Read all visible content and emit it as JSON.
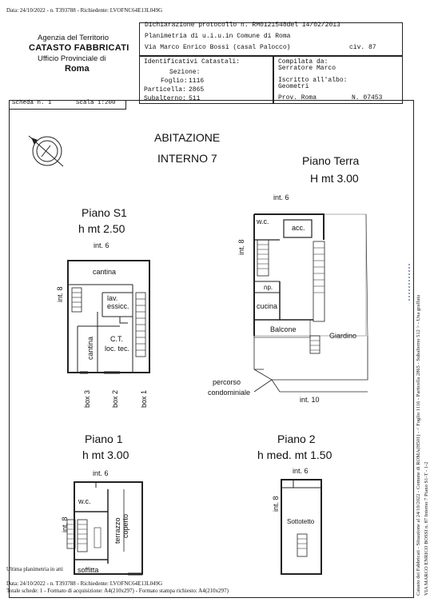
{
  "top_stamp": "Data: 24/10/2022 - n. T393788 - Richiedente: LVOFNC64E13L049G",
  "agency": {
    "line1": "Agenzia del Territorio",
    "line2": "CATASTO FABBRICATI",
    "line3": "Ufficio Provinciale di",
    "line4": "Roma"
  },
  "header": {
    "protocol": "Dichiarazione protocollo n. RM0121548del   14/02/2013",
    "planimetria": "Planimetria di u.i.u.in Comune di Roma",
    "address": "Via Marco Enrico Bossi (casal Palocco)",
    "civ": "civ. 87",
    "ident_title": "Identificativi Catastali:",
    "sezione": "Sezione:",
    "foglio_label": "Foglio:",
    "foglio": "1116",
    "particella_label": "Particella:",
    "particella": "2865",
    "subalterno_label": "Subalterno:",
    "subalterno": "511",
    "compilata": "Compilata da:",
    "compilata_nome": "Serratore Marco",
    "iscritto": "Iscritto all'albo:",
    "albo": "Geometri",
    "prov": "Prov. Roma",
    "numero": "N. 07453"
  },
  "scheda": {
    "label": "Scheda n. 1",
    "scala": "Scala 1:200"
  },
  "plan": {
    "title1": "ABITAZIONE",
    "title2": "INTERNO  7",
    "piano_terra": "Piano Terra",
    "piano_terra_h": "H mt 3.00",
    "piano_s1": "Piano S1",
    "piano_s1_h": "h mt 2.50",
    "piano_1": "Piano 1",
    "piano_1_h": "h mt 3.00",
    "piano_2": "Piano 2",
    "piano_2_h": "h med. mt 1.50",
    "int6": "int. 6",
    "int8": "int. 8",
    "int10": "int. 10",
    "cantina": "cantina",
    "lav1": "lav.",
    "lav2": "essicc.",
    "ct1": "C.T.",
    "ct2": "loc. tec.",
    "box3": "box 3",
    "box2": "box 2",
    "box1": "box 1",
    "wc": "w.c.",
    "acc": "acc.",
    "np": "np.",
    "cucina": "cucina",
    "balcone": "Balcone",
    "giardino": "Giardino",
    "percorso1": "percorso",
    "percorso2": "condominiale",
    "terrazzo1": "terrazzo",
    "terrazzo2": "coperto",
    "soffitta": "soffitta",
    "sottotetto": "Sottotetto"
  },
  "side_text1": "Catasto dei Fabbricati - Situazione al 24/10/2022 - Comune di ROMA(H501) - < Foglio 1116 - Particella 2865 - Subalterno 512 > - Una graffata",
  "side_text2": "VIA MARCO ENRICO BOSSI n. 87 Interno 7 Piano S1-T - 1-2",
  "footer": {
    "ultima": "Ultima planimetria in atti",
    "stamp": "Data: 24/10/2022 - n. T393788 - Richiedente: LVOFNC64E13L049G",
    "schede": "Totale schede: 1 - Formato di acquisizione: A4(210x297) - Formato stampa richiesto: A4(210x297)"
  }
}
